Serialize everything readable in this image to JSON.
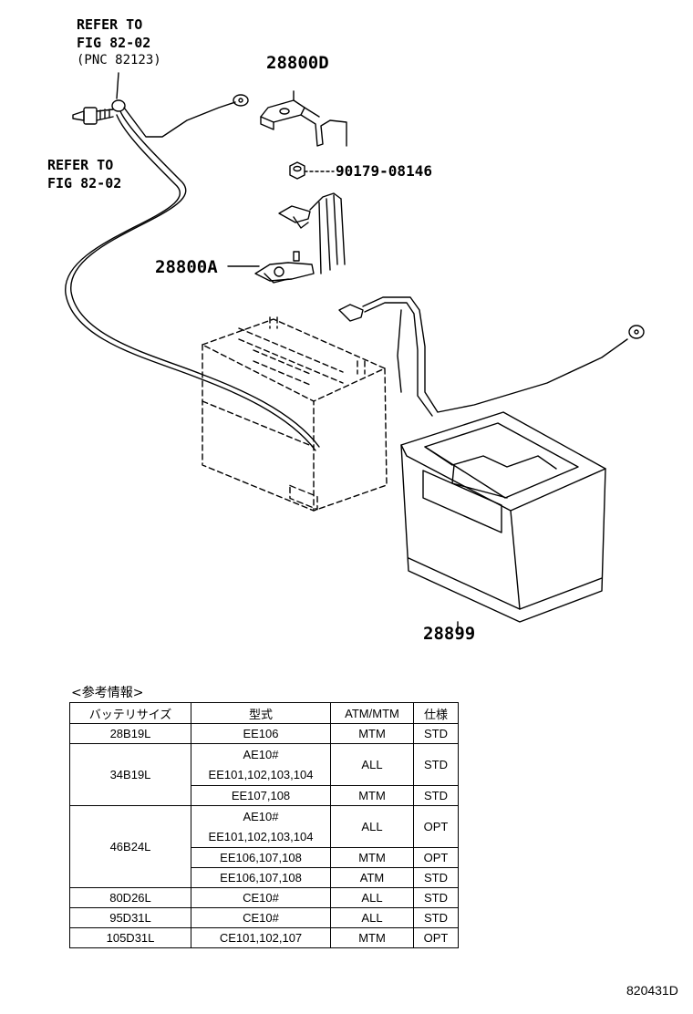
{
  "labels": {
    "refer_top_line1": "REFER TO",
    "refer_top_line2": "FIG 82-02",
    "refer_top_line3": "(PNC 82123)",
    "refer_left_line1": "REFER TO",
    "refer_left_line2": "FIG 82-02",
    "part_28800D": "28800D",
    "part_90179": "90179-08146",
    "part_28800A": "28800A",
    "part_28899": "28899"
  },
  "reference": {
    "title": "<参考情報>",
    "headers": [
      "バッテリサイズ",
      "型式",
      "ATM/MTM",
      "仕様"
    ],
    "groups": [
      {
        "size": "28B19L",
        "rows": [
          {
            "model": "EE106",
            "trans": "MTM",
            "spec": "STD"
          }
        ]
      },
      {
        "size": "34B19L",
        "rows": [
          {
            "model": "AE10#\nEE101,102,103,104",
            "trans": "ALL",
            "spec": "STD"
          },
          {
            "model": "EE107,108",
            "trans": "MTM",
            "spec": "STD"
          }
        ]
      },
      {
        "size": "46B24L",
        "rows": [
          {
            "model": "AE10#\nEE101,102,103,104",
            "trans": "ALL",
            "spec": "OPT"
          },
          {
            "model": "EE106,107,108",
            "trans": "MTM",
            "spec": "OPT"
          },
          {
            "model": "EE106,107,108",
            "trans": "ATM",
            "spec": "STD"
          }
        ]
      },
      {
        "size": "80D26L",
        "rows": [
          {
            "model": "CE10#",
            "trans": "ALL",
            "spec": "STD"
          }
        ]
      },
      {
        "size": "95D31L",
        "rows": [
          {
            "model": "CE10#",
            "trans": "ALL",
            "spec": "STD"
          }
        ]
      },
      {
        "size": "105D31L",
        "rows": [
          {
            "model": "CE101,102,107",
            "trans": "MTM",
            "spec": "OPT"
          }
        ]
      }
    ]
  },
  "document_code": "820431D"
}
